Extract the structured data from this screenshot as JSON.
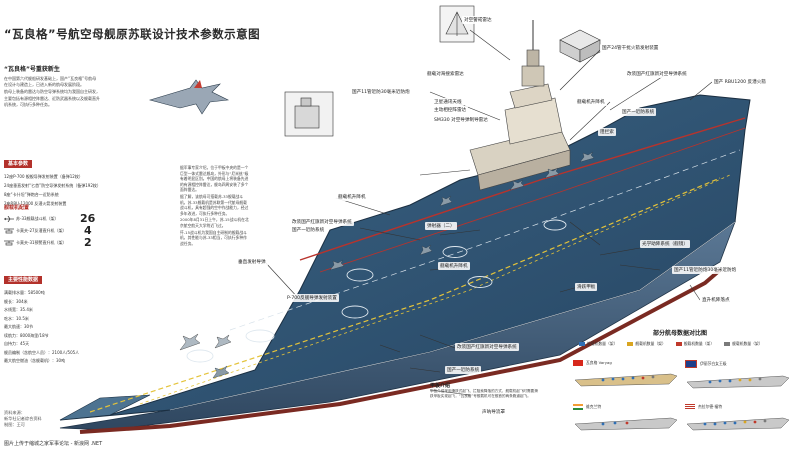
{
  "title": "“瓦良格”号航空母舰原苏联设计技术参数示意图",
  "intro": {
    "heading": "“瓦良格”号重获新生",
    "paragraphs": [
      "在中国第六代舰船研发基础上，国产“瓦良格”号航母在设计与建造上，已进入新的航母发展阶段。",
      "航母上装备的雷达与防空导弹系统均为我国自主研发，主要包括有源相控阵雷达、近防武器系统以及舰载直升机系统，可执行多种任务。"
    ]
  },
  "basic_params": {
    "heading": "基本参数",
    "rows": [
      "12座P-700 舰舰导弹发射装置（备弹12枚）",
      "24座垂直发射“匕首”防空导弹发射系统（备弹192枚）",
      "8座“卡什坦”弹炮合一近防系统",
      "2座RBU-12000 反潜火箭发射装置"
    ]
  },
  "aircraft": {
    "heading": "舰载机配置",
    "items": [
      {
        "label": "苏-33舰载战斗机（架）",
        "value": "26"
      },
      {
        "label": "卡莫夫-27反潜直升机（架）",
        "value": "4"
      },
      {
        "label": "卡莫夫-31预警直升机（架）",
        "value": "2"
      }
    ]
  },
  "main_data": {
    "heading": "主要性能数据",
    "rows": [
      "满载排水量：58500吨",
      "舰长：304米",
      "水线宽：35.4米",
      "吃水：10.5米",
      "最大航速：30节",
      "续航力：8000海里/18节",
      "自持力：45天",
      "舰员编制（含航空人员）：2100人/505人",
      "最大航空燃油（含舰载机）：30吨"
    ]
  },
  "credits": [
    "资料来源：",
    "新华社记者综合资料",
    "制图：王可"
  ],
  "watermark": "图片上传于缩城之家军事论坛 - 新浪网 .NET",
  "center_text": {
    "paragraphs": [
      "据军事专家介绍，位于甲板中央的是一个巨型一体式雷达舰岛，外形与“尼米兹”级有着明显区别。中国的航母上将装备先进的有源相控阵雷达，舰岛四周安装了多个面阵雷达。",
      "据了解，该航母可搭载苏-33舰载战斗机，苏-33舰载机是苏联第一代航母舰载战斗机，具有超强的空中作战能力，经过多年改进，可执行多种任务。",
      "2000年8月31日上午，苏-15战斗机在北京航空航天大学附近飞过。",
      "歼-15战斗机为我国自主研制的舰载战斗机，其性能与苏-33相当，可执行多种作战任务。"
    ],
    "heading_1": "歼-15"
  },
  "callouts": {
    "radar_top": "对空警戒雷达",
    "radar_24": "国产24管干扰火箭发射装置",
    "fire_control": "改装国产红旗新对空导弹系统",
    "rbu": "国产 RBU1200 反潜火箭",
    "aa_radar": "舰载对海搜索雷达",
    "ku_radar": "国产11管近防30毫米近防炮",
    "sat_ant": "卫星通讯天线",
    "main_radar": "主动相控阵雷达",
    "sm330": "SM330 对空导弹制导雷达",
    "hangar_lift": "舰载机升降机",
    "elevator": "舰载机升降机",
    "bow_lift": "弹射器（二）",
    "arrest": "阻拦索",
    "island": "国产一近防系统",
    "fire_ctrl_2": "改装国产红旗新对空导弹系统",
    "weapons": "国产一近防系统",
    "ski": "滑跃甲板",
    "p700": "P-700反舰导弹发射装置",
    "optical": "光学助降系统（舰镜）",
    "ciws2": "国产11管近防炮30毫米近防炮",
    "cable": "阻拦索",
    "vls": "垂直发射导弹",
    "sonar": "声呐导流罩",
    "deck_intro": "甲板介绍",
    "close_def": "国产一近防系统",
    "cn_hq": "改装国产红旗新对空导弹系统",
    "cn_vert": "国产一近防系统",
    "jianzhou": "直升机降落点"
  },
  "deck_intro_text": "甲板介绍采用滑跃式起飞、拦阻索降落的方式，舰载机起飞时需要滑跃甲板实现起飞，“瓦良格”号舰载机可在舰首的两条跑道起飞。",
  "comparison": {
    "heading": "部分航母数据对比图",
    "legend": [
      {
        "label": "舰载机数量（架）",
        "color": "#2f6fb5"
      },
      {
        "label": "舰载机数量（架）",
        "color": "#d9a521"
      },
      {
        "label": "舰载机数量（架）",
        "color": "#c0392b"
      },
      {
        "label": "舰载机数量（架）",
        "color": "#7a7a7a"
      }
    ],
    "ships": [
      {
        "name": "瓦良格 Varyag",
        "flag": "cn"
      },
      {
        "name": "伊丽莎白女王级",
        "flag": "uk"
      },
      {
        "name": "维克兰特",
        "flag": "in"
      },
      {
        "name": "杰拉尔德·福特",
        "flag": "us"
      }
    ]
  },
  "colors": {
    "deck": "#2d4f6d",
    "deck_light": "#3c6584",
    "hull": "#4d6a86",
    "hull_red": "#7a2a22",
    "yellow_line": "#e4c33a",
    "red_line": "#b8332c",
    "accent": "#b3312b"
  }
}
